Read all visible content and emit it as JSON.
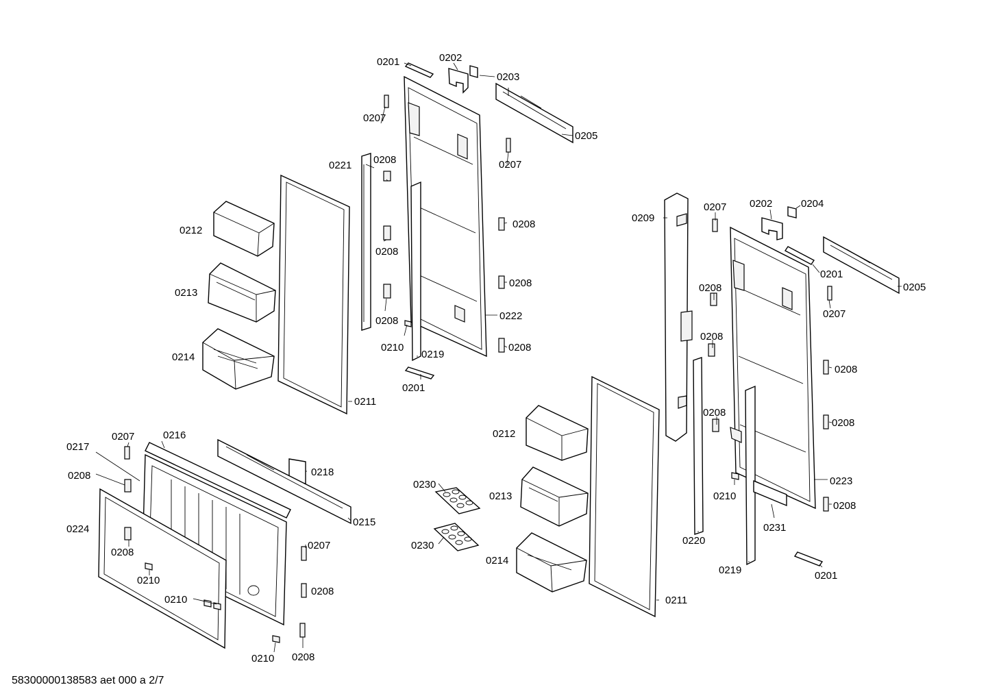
{
  "footer": {
    "document_id": "58300000138583 aet 000 a 2/7"
  },
  "callouts": {
    "c0201a": "0201",
    "c0202a": "0202",
    "c0203": "0203",
    "c0205a": "0205",
    "c0207a": "0207",
    "c0207b": "0207",
    "c0221": "0221",
    "c0208a": "0208",
    "c0208b": "0208",
    "c0208c": "0208",
    "c0208d": "0208",
    "c0208e": "0208",
    "c0212a": "0212",
    "c0213a": "0213",
    "c0214a": "0214",
    "c0222": "0222",
    "c0210a": "0210",
    "c0219a": "0219",
    "c0201b": "0201",
    "c0211a": "0211",
    "c0209": "0209",
    "c0207c": "0207",
    "c0202b": "0202",
    "c0204": "0204",
    "c0201c": "0201",
    "c0205b": "0205",
    "c0207d": "0207",
    "c0208f": "0208",
    "c0208g": "0208",
    "c0208h": "0208",
    "c0208i": "0208",
    "c0208j": "0208",
    "c0223": "0223",
    "c0208k": "0208",
    "c0210b": "0210",
    "c0231": "0231",
    "c0220": "0220",
    "c0219b": "0219",
    "c0201d": "0201",
    "c0211b": "0211",
    "c0212b": "0212",
    "c0213b": "0213",
    "c0214b": "0214",
    "c0230a": "0230",
    "c0230b": "0230",
    "c0207e": "0207",
    "c0216": "0216",
    "c0217": "0217",
    "c0218": "0218",
    "c0208l": "0208",
    "c0215": "0215",
    "c0224": "0224",
    "c0207f": "0207",
    "c0208m": "0208",
    "c0210c": "0210",
    "c0208n": "0208",
    "c0210d": "0210",
    "c0210e": "0210",
    "c0208o": "0208"
  }
}
